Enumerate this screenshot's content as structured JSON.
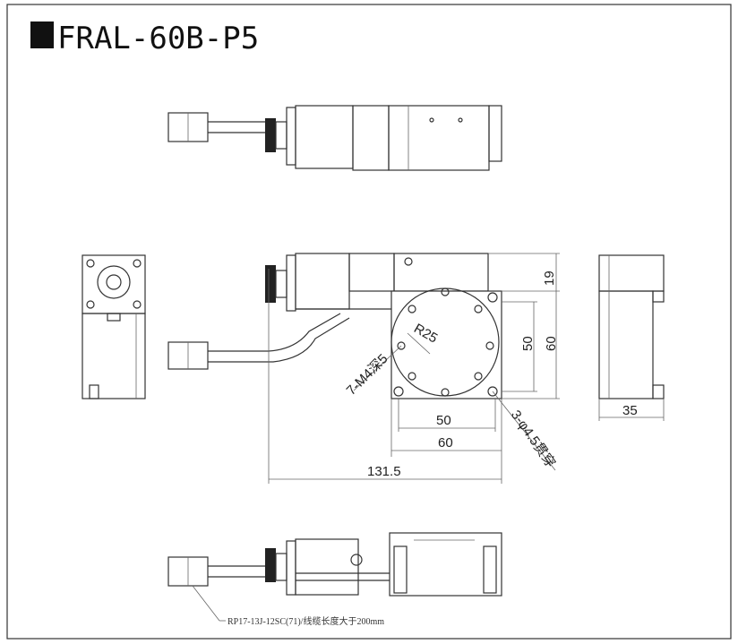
{
  "title": "FRAL-60B-P5",
  "dimensions": {
    "top_height": "19",
    "height_60": "60",
    "hole_spacing_vertical": "50",
    "radius": "R25",
    "tapped_holes": "7-M4深5",
    "through_holes": "3-φ4.5贯穿",
    "hole_spacing_horizontal": "50",
    "width_60": "60",
    "total_length": "131.5",
    "side_width": "35"
  },
  "cable_note": "RP17-13J-12SC(71)/线缆长度大于200mm",
  "colors": {
    "line": "#333333",
    "title_block": "#111111"
  }
}
